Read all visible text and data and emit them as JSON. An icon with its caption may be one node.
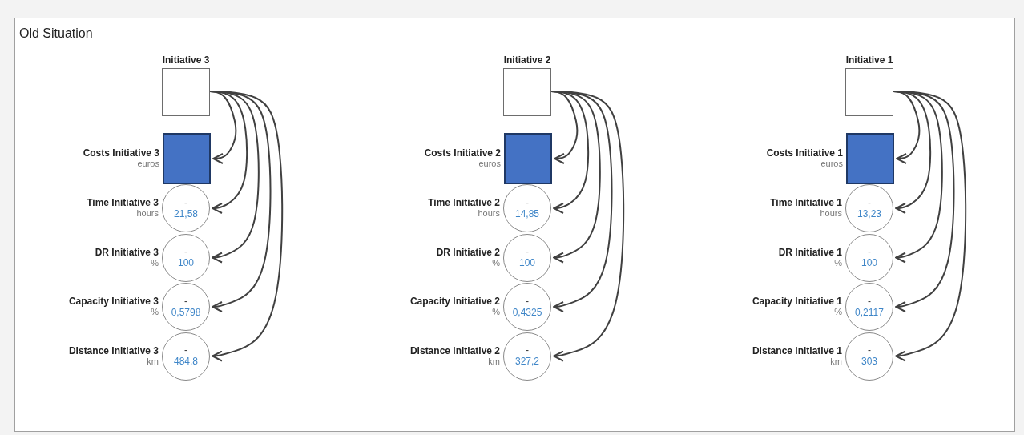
{
  "diagram": {
    "title": "Old Situation",
    "nodes": [
      {
        "text": [
          "Initiative 3"
        ]
      },
      {
        "text": [],
        "shape": "box",
        "beside": [
          "Costs Initiative 3",
          "euros"
        ]
      },
      {
        "text": [
          "-",
          "21,58"
        ],
        "beside": [
          "Time Initiative 3",
          "hours"
        ]
      },
      {
        "text": [
          "-",
          "100"
        ],
        "beside": [
          "DR Initiative 3",
          "%"
        ]
      },
      {
        "text": [
          "-",
          "0,5798"
        ],
        "beside": [
          "Capacity Initiative 3",
          "%"
        ]
      },
      {
        "text": [
          "-",
          "484,8"
        ],
        "beside": [
          "Distance Initiative 3",
          "km"
        ]
      },
      {
        "text": [
          "Initiative 2"
        ]
      },
      {
        "text": [],
        "shape": "box",
        "beside": [
          "Costs Initiative 2",
          "euros"
        ]
      },
      {
        "text": [
          "-",
          "14,85"
        ],
        "beside": [
          "Time Initiative 2",
          "hours"
        ]
      },
      {
        "text": [
          "-",
          "100"
        ],
        "beside": [
          "DR Initiative 2",
          "%"
        ]
      },
      {
        "text": [
          "-",
          "0,4325"
        ],
        "beside": [
          "Capacity Initiative 2",
          "%"
        ]
      },
      {
        "text": [
          "-",
          "327,2"
        ],
        "beside": [
          "Distance Initiative 2",
          "km"
        ]
      },
      {
        "text": [
          "Initiative 1"
        ]
      },
      {
        "text": [],
        "shape": "box",
        "beside": [
          "Costs Initiative 1",
          "euros"
        ]
      },
      {
        "text": [
          "-",
          "13,23"
        ],
        "beside": [
          "Time Initiative 1",
          "hours"
        ]
      },
      {
        "text": [
          "-",
          "100"
        ],
        "beside": [
          "DR Initiative 1",
          "%"
        ]
      },
      {
        "text": [
          "-",
          "0,2117"
        ],
        "beside": [
          "Capacity Initiative 1",
          "%"
        ]
      },
      {
        "text": [
          "-",
          "303"
        ],
        "beside": [
          "Distance Initiative 1",
          "km"
        ]
      }
    ],
    "edges": [
      {
        "from": 0,
        "to": 1,
        "arrow": "to"
      },
      {
        "from": 0,
        "to": 2,
        "arrow": "to"
      },
      {
        "from": 0,
        "to": 3,
        "arrow": "to"
      },
      {
        "from": 0,
        "to": 4,
        "arrow": "to"
      },
      {
        "from": 0,
        "to": 5,
        "arrow": "to"
      },
      {
        "from": 6,
        "to": 7,
        "arrow": "to"
      },
      {
        "from": 6,
        "to": 8,
        "arrow": "to"
      },
      {
        "from": 6,
        "to": 9,
        "arrow": "to"
      },
      {
        "from": 6,
        "to": 10,
        "arrow": "to"
      },
      {
        "from": 6,
        "to": 11,
        "arrow": "to"
      },
      {
        "from": 12,
        "to": 13,
        "arrow": "to"
      },
      {
        "from": 12,
        "to": 14,
        "arrow": "to"
      },
      {
        "from": 12,
        "to": 15,
        "arrow": "to"
      },
      {
        "from": 12,
        "to": 16,
        "arrow": "to"
      },
      {
        "from": 12,
        "to": 17,
        "arrow": "to"
      }
    ]
  }
}
